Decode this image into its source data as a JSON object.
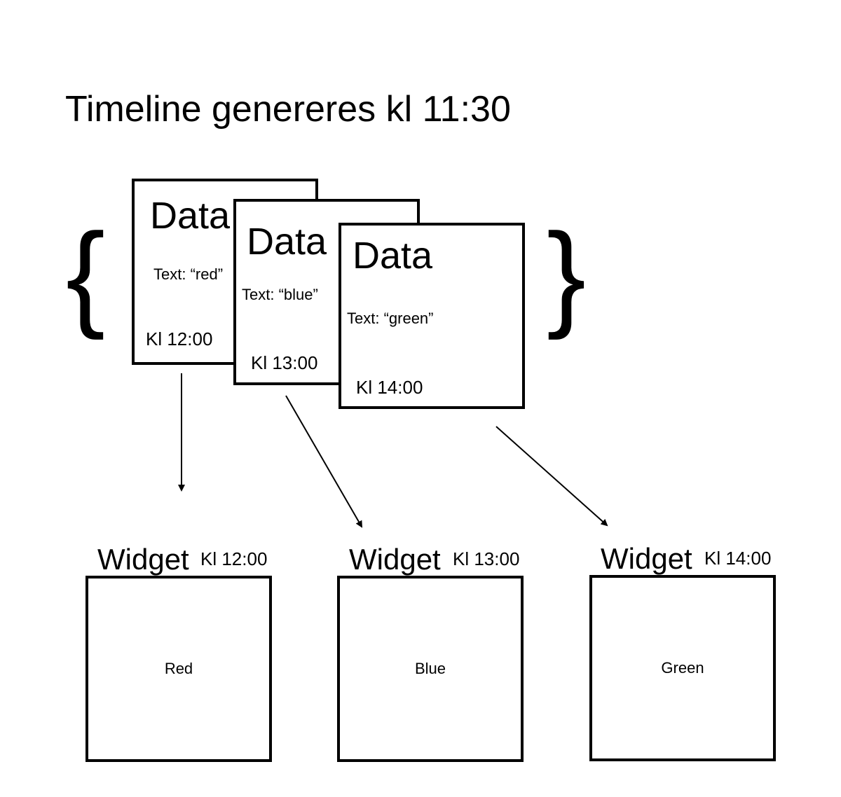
{
  "title": "Timeline genereres kl 11:30",
  "braces": {
    "open": "{",
    "close": "}"
  },
  "data_cards": [
    {
      "heading": "Data",
      "text": "Text: “red”",
      "time": "Kl 12:00"
    },
    {
      "heading": "Data",
      "text": "Text: “blue”",
      "time": "Kl 13:00"
    },
    {
      "heading": "Data",
      "text": "Text: “green”",
      "time": "Kl 14:00"
    }
  ],
  "widgets": [
    {
      "label": "Widget",
      "time": "Kl 12:00",
      "content": "Red"
    },
    {
      "label": "Widget",
      "time": "Kl 13:00",
      "content": "Blue"
    },
    {
      "label": "Widget",
      "time": "Kl 14:00",
      "content": "Green"
    }
  ]
}
